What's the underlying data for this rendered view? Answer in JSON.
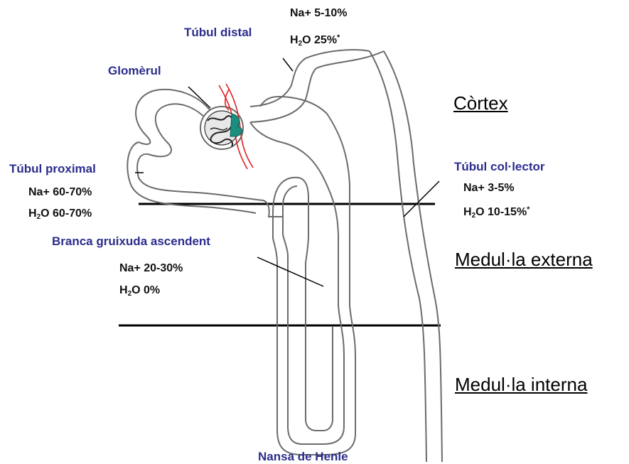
{
  "colors": {
    "label": "#2b2d8c",
    "capillary": "#e02020",
    "macula_densa": "#1a8f80",
    "outline": "#6b6b6b"
  },
  "labels": {
    "tubul_distal": "Túbul distal",
    "glomerul": "Glomèrul",
    "tubul_proximal": "Túbul proximal",
    "branca_gruixuda": "Branca gruixuda ascendent",
    "tubul_collector": "Túbul col·lector",
    "nansa_henle": "Nansa de Henle"
  },
  "values": {
    "distal_na": "Na+ 5-10%",
    "distal_h2o_pre": "H",
    "distal_h2o_sub": "2",
    "distal_h2o_post": "O 25%",
    "distal_h2o_sup": "*",
    "proximal_na": "Na+ 60-70%",
    "proximal_h2o_pre": "H",
    "proximal_h2o_sub": "2",
    "proximal_h2o_post": "O 60-70%",
    "branca_na": "Na+ 20-30%",
    "branca_h2o_pre": "H",
    "branca_h2o_sub": "2",
    "branca_h2o_post": "O 0%",
    "collector_na": "Na+ 3-5%",
    "collector_h2o_pre": "H",
    "collector_h2o_sub": "2",
    "collector_h2o_post": "O 10-15%",
    "collector_h2o_sup": "*"
  },
  "zones": {
    "cortex": "Còrtex",
    "medulla_externa": "Medul·la externa",
    "medulla_interna": "Medul·la interna"
  }
}
